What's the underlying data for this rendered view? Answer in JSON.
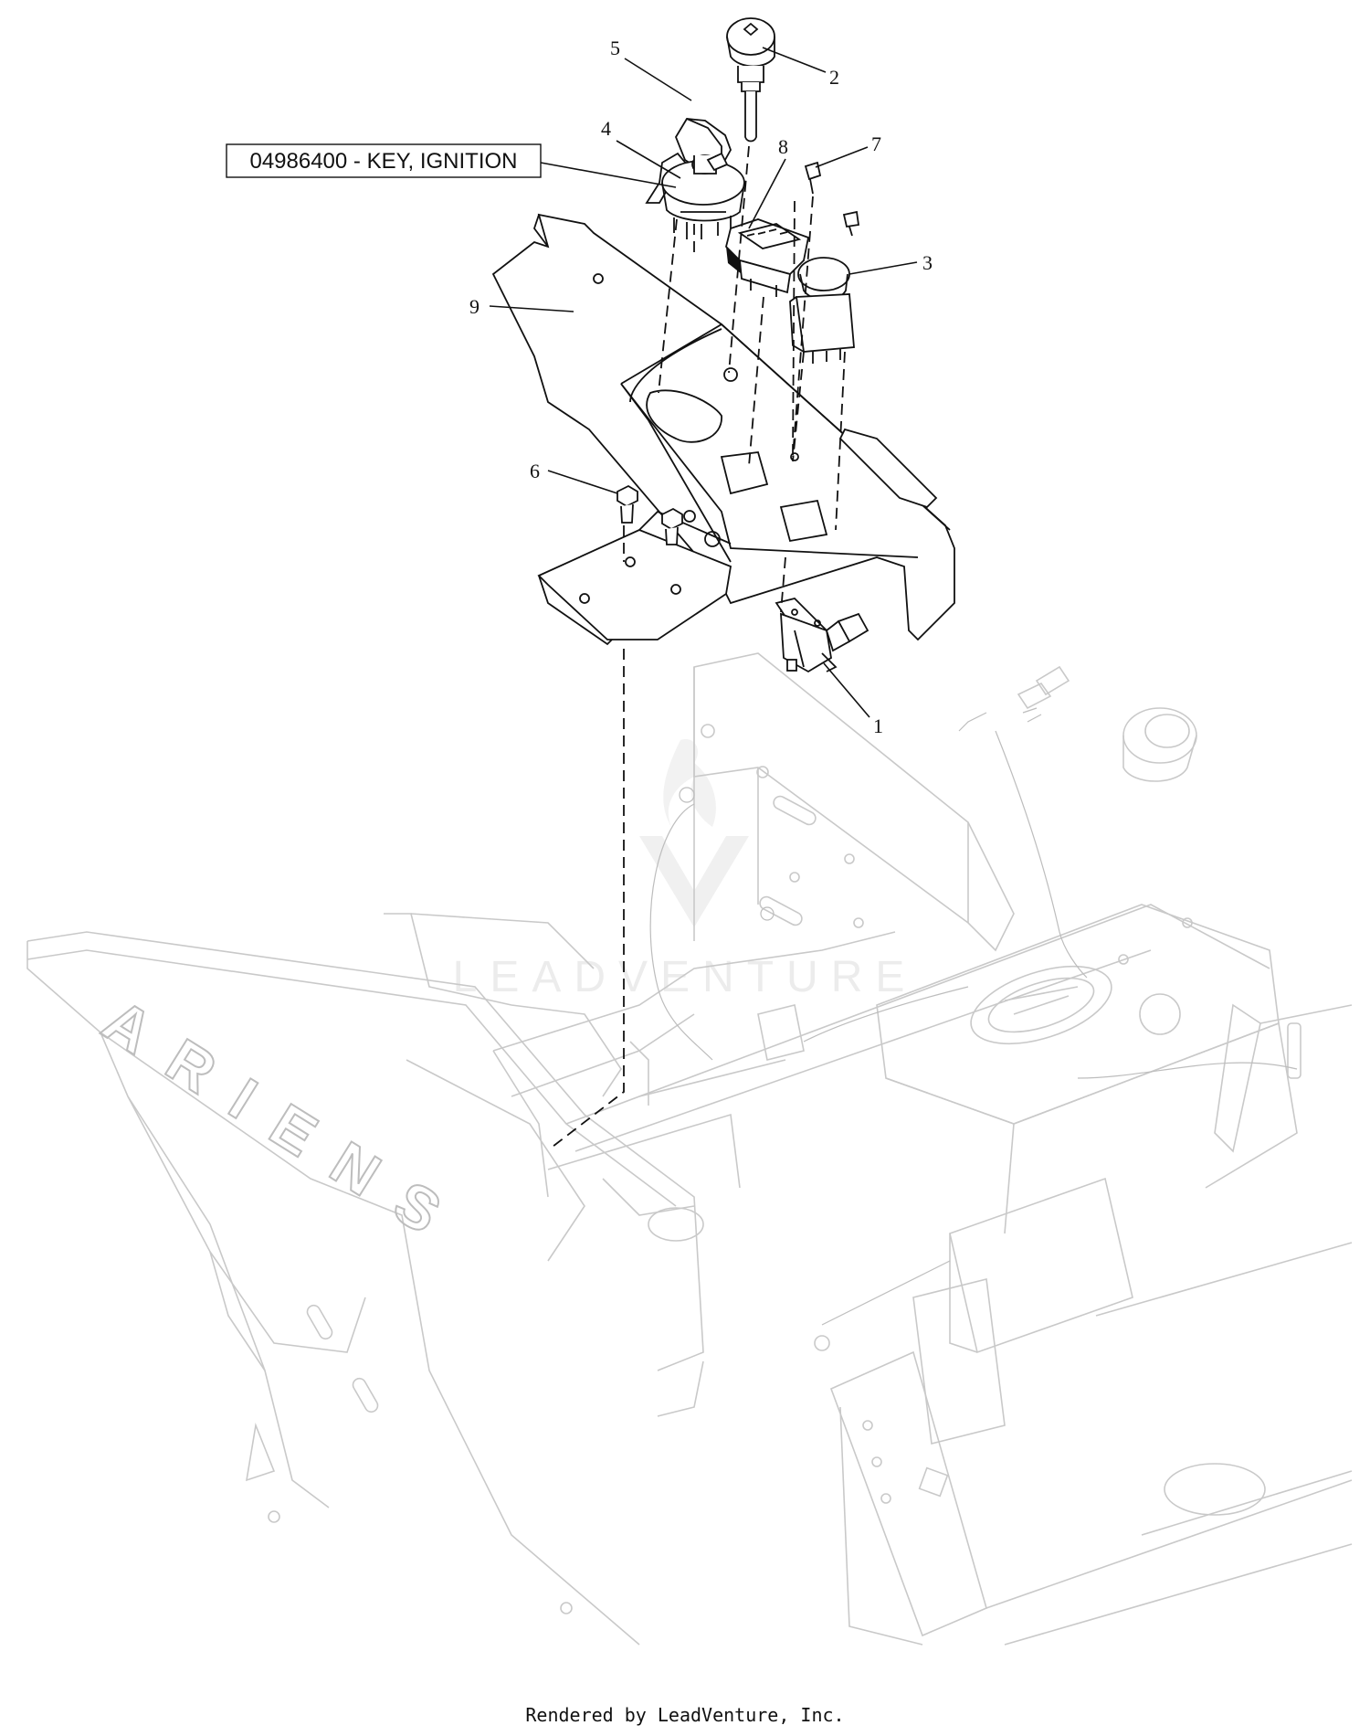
{
  "diagram": {
    "callouts": [
      {
        "id": "c1",
        "label": "1"
      },
      {
        "id": "c2",
        "label": "2"
      },
      {
        "id": "c3",
        "label": "3"
      },
      {
        "id": "c4",
        "label": "4"
      },
      {
        "id": "c5",
        "label": "5"
      },
      {
        "id": "c6",
        "label": "6"
      },
      {
        "id": "c7",
        "label": "7"
      },
      {
        "id": "c8",
        "label": "8"
      },
      {
        "id": "c9",
        "label": "9"
      }
    ],
    "part_box_label": "04986400 - KEY, IGNITION",
    "frame_brand": "ARIENS",
    "watermark": "LEADVENTURE"
  },
  "footer": {
    "text": "Rendered by LeadVenture, Inc."
  },
  "colors": {
    "ink": "#111111",
    "ghost": "#c9c9c9",
    "watermark": "#ececec"
  }
}
